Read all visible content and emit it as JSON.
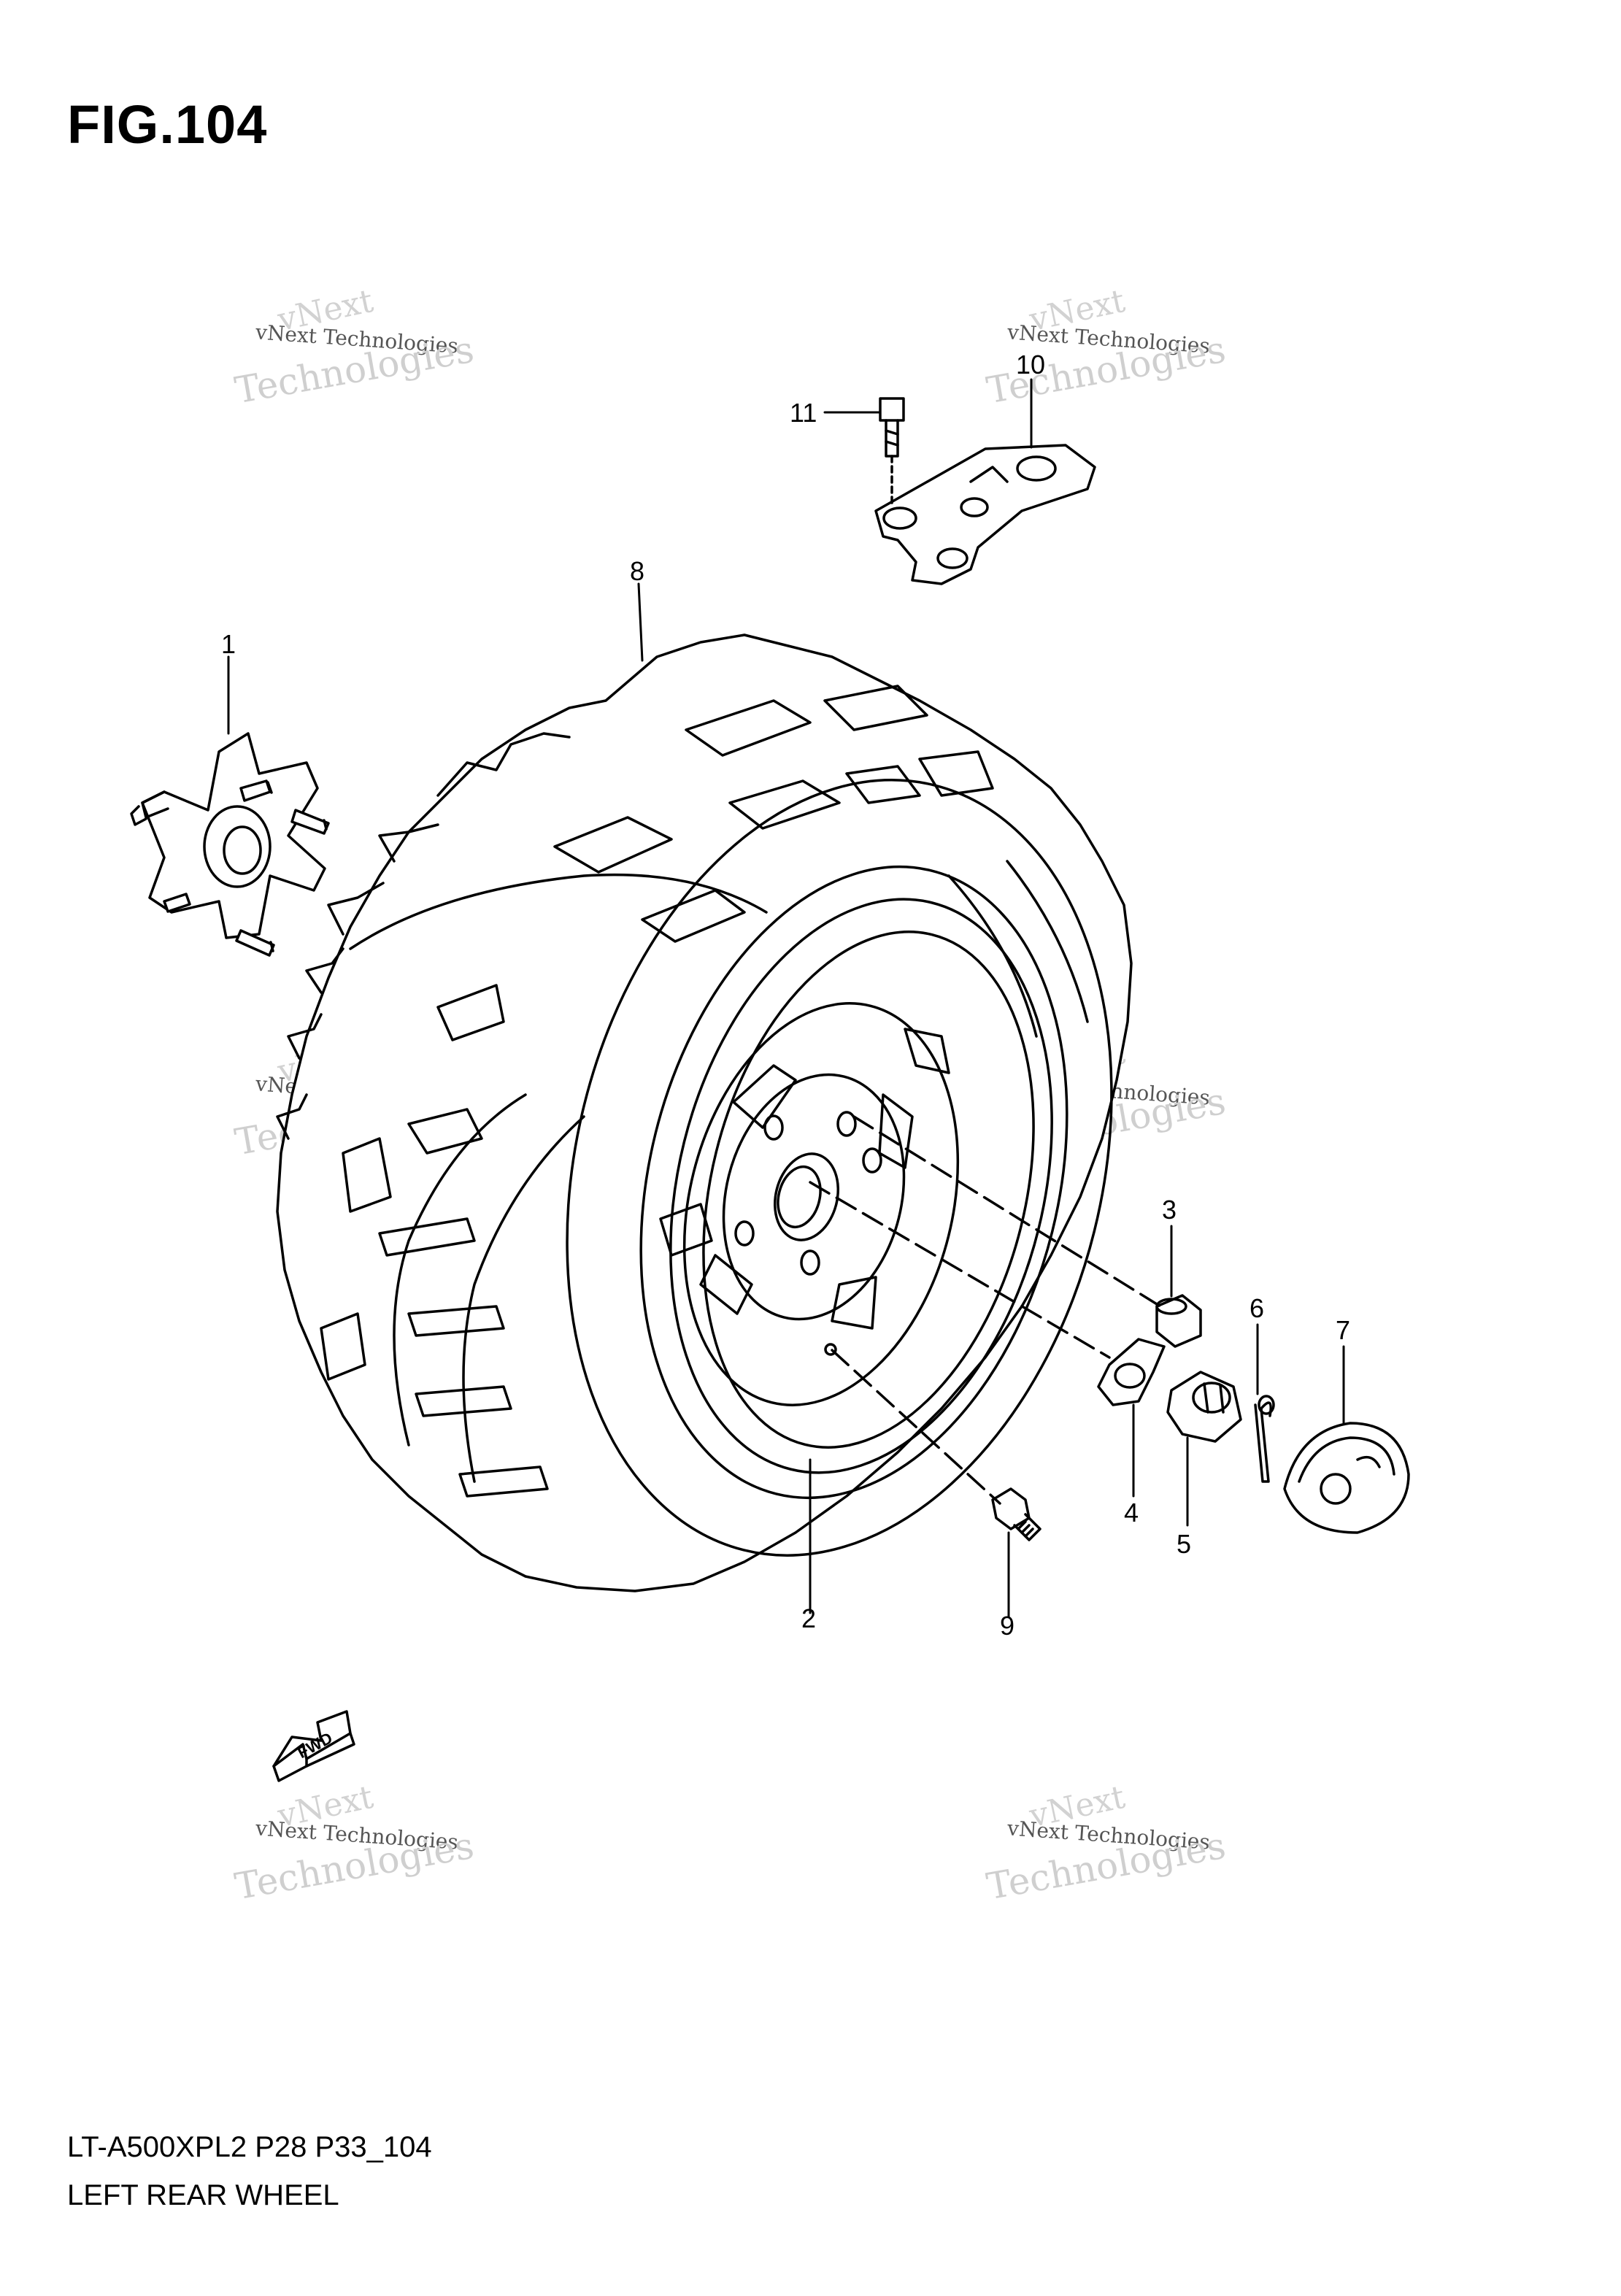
{
  "figure": {
    "title": "FIG.104",
    "model_code": "LT-A500XPL2 P28 P33_104",
    "caption": "LEFT REAR WHEEL"
  },
  "watermark": {
    "line1": "vNext",
    "line2": "vNext Technologies",
    "line3": "Technologies"
  },
  "callouts": [
    "1",
    "2",
    "3",
    "4",
    "5",
    "6",
    "7",
    "8",
    "9",
    "10",
    "11"
  ],
  "fwd_label": "FWD"
}
